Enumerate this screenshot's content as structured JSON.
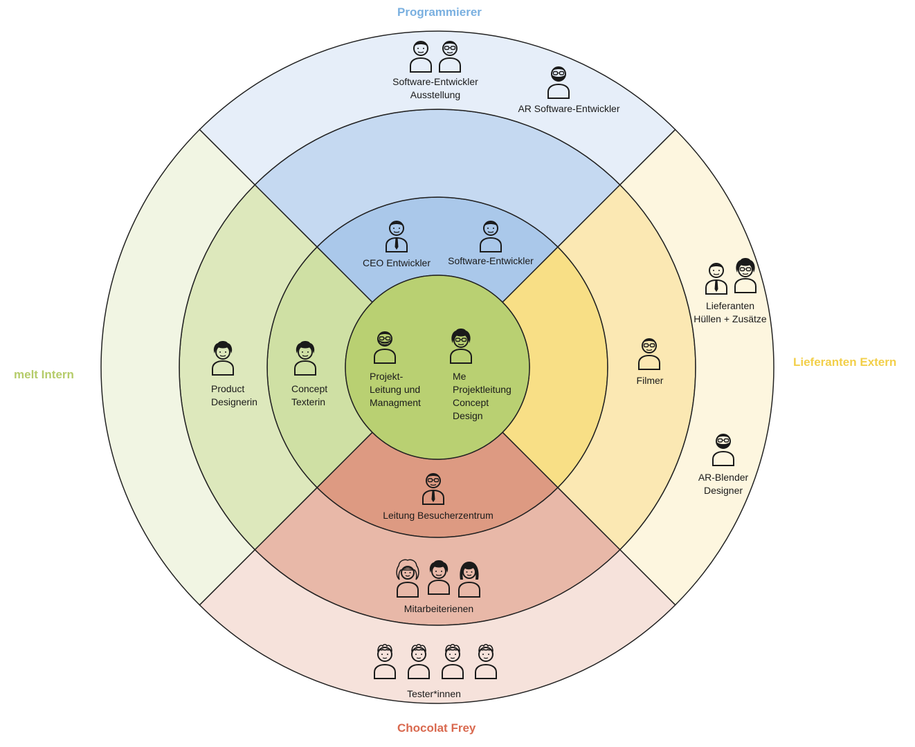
{
  "quadrant_labels": {
    "top": "Programmierer",
    "right": "Lieferanten Extern",
    "bottom": "Chocolat Frey",
    "left": "melt Intern"
  },
  "center": {
    "left_lines": [
      "Projekt-",
      "Leitung und",
      "Managment"
    ],
    "right_lines": [
      "Me",
      "Projektleitung",
      "Concept",
      "Design"
    ]
  },
  "top_quadrant": {
    "inner": [
      "CEO Entwickler",
      "Software-Entwickler"
    ],
    "outer_left_lines": [
      "Software-Entwickler",
      "Ausstellung"
    ],
    "outer_right": "AR Software-Entwickler"
  },
  "left_quadrant": {
    "inner_lines": [
      "Concept",
      "Texterin"
    ],
    "middle_lines": [
      "Product",
      "Designerin"
    ]
  },
  "right_quadrant": {
    "middle": "Filmer",
    "outer_top_lines": [
      "Lieferanten",
      "Hüllen + Zusätze"
    ],
    "outer_bottom_lines": [
      "AR-Blender",
      "Designer"
    ]
  },
  "bottom_quadrant": {
    "inner": "Leitung Besucherzentrum",
    "middle": "Mitarbeiterienen",
    "outer": "Tester*innen"
  },
  "colors": {
    "top": [
      "#aac8ea",
      "#c5d9f1",
      "#e6eef9"
    ],
    "right": [
      "#f8df86",
      "#fbe8b3",
      "#fdf6df"
    ],
    "bottom": [
      "#dd9a82",
      "#e8b8a8",
      "#f6e2db"
    ],
    "left": [
      "#cfe0a4",
      "#dde8bc",
      "#f1f5e3"
    ],
    "center": "#b9d072",
    "label_top": "#7ab0e0",
    "label_right": "#f2cf4a",
    "label_bottom": "#d9694f",
    "label_left": "#b5cc6a"
  }
}
